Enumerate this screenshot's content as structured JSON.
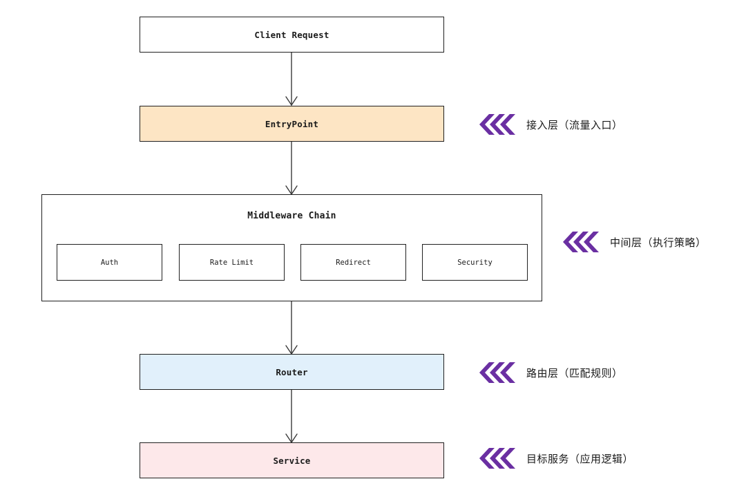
{
  "nodes": {
    "client_request": "Client Request",
    "entrypoint": "EntryPoint",
    "middleware_chain": {
      "title": "Middleware Chain",
      "items": [
        "Auth",
        "Rate Limit",
        "Redirect",
        "Security"
      ]
    },
    "router": "Router",
    "service": "Service"
  },
  "layers": {
    "entry": "接入层（流量入口）",
    "middleware": "中间层（执行策略）",
    "router": "路由层（匹配规则）",
    "service": "目标服务（应用逻辑）"
  },
  "colors": {
    "entrypoint_fill": "#fde5c4",
    "router_fill": "#e1f0fb",
    "service_fill": "#fde8ea",
    "chevron": "#6a2fa2"
  }
}
